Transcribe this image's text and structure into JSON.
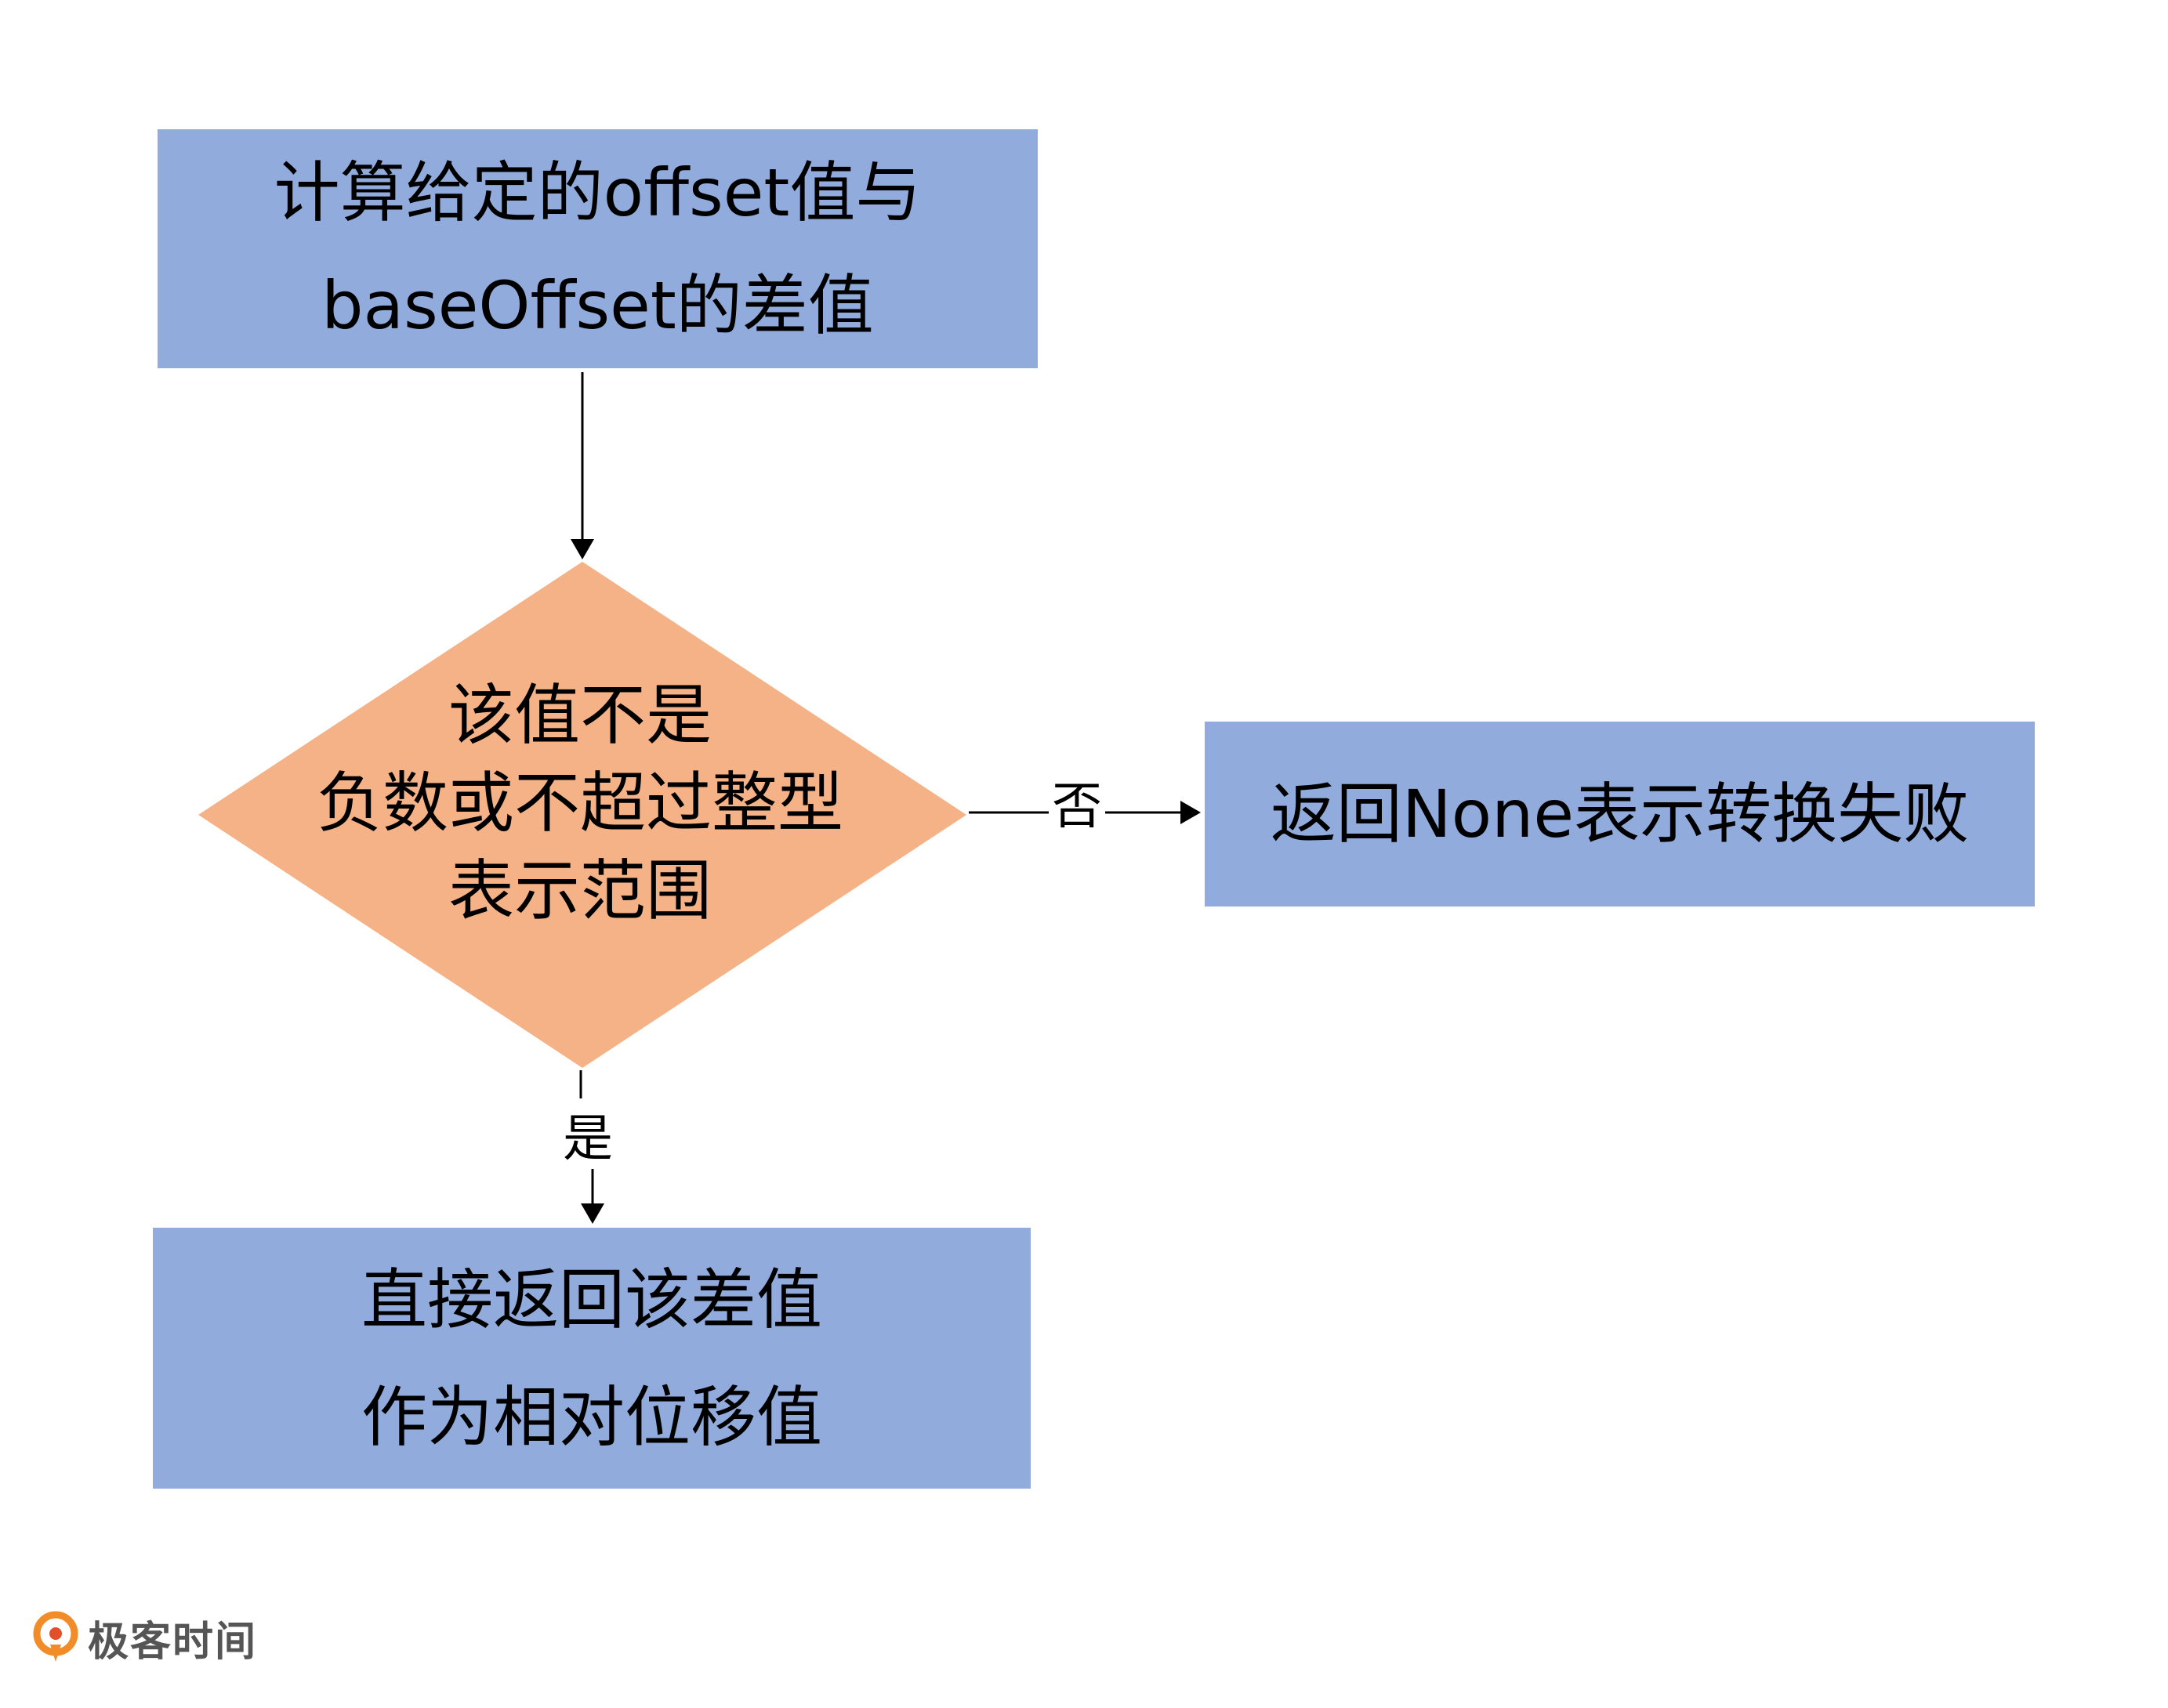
{
  "colors": {
    "process_fill": "#91ACDC",
    "decision_fill": "#F4B286",
    "line": "#000000",
    "logo_orange": "#F28C28",
    "logo_text": "#555555"
  },
  "nodes": {
    "start": {
      "lines": [
        "计算给定的offset值与",
        "baseOffset的差值"
      ]
    },
    "decision": {
      "lines": [
        "该值不是",
        "负数或不超过整型",
        "表示范围"
      ]
    },
    "fail": {
      "lines": [
        "返回None表示转换失败"
      ]
    },
    "success": {
      "lines": [
        "直接返回该差值",
        "作为相对位移值"
      ]
    }
  },
  "edges": {
    "no_label": "否",
    "yes_label": "是"
  },
  "logo": {
    "text": "极客时间",
    "icon": "geektime-logo-icon"
  }
}
